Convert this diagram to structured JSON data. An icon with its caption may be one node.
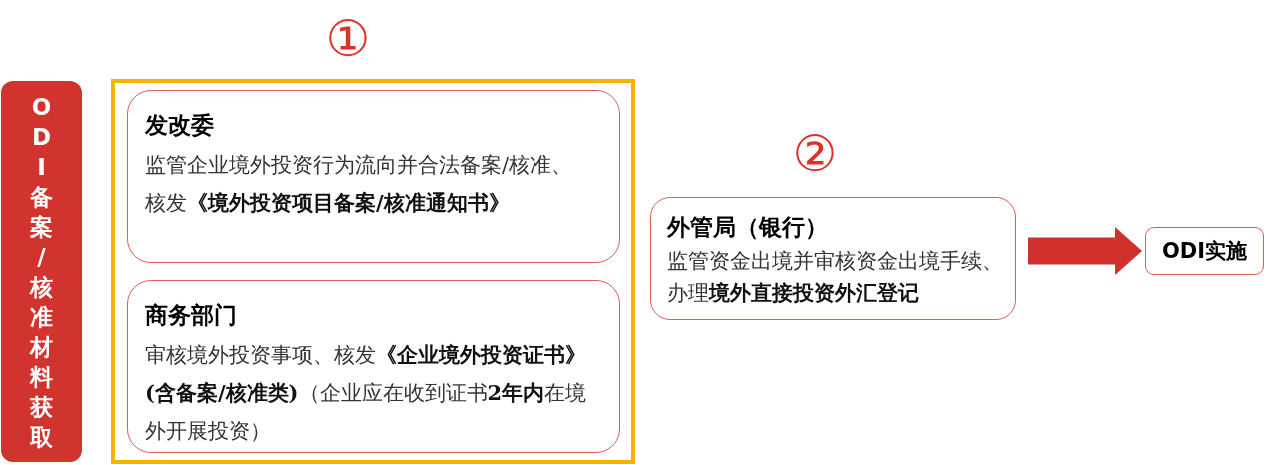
{
  "diagram": {
    "nodes": [
      {
        "text": [
          "ODI备案/核准材料获取"
        ]
      },
      {
        "text": [],
        "shape": "box",
        "beside": [
          "①"
        ]
      },
      {
        "text": [
          "发改委",
          "监管企业境外投资行为流向并合法备案/核准、核发**《境外投资项目备案/核准通知书》**"
        ],
        "in": 1
      },
      {
        "text": [
          "商务部门",
          "审核境外投资事项、核发**《企业境外投资证书》(含备案/核准类)**（企业应在收到证书**2年内**在境外开展投资）"
        ],
        "in": 1
      },
      {
        "text": [
          "外管局（银行）",
          "监管资金出境并审核资金出境手续、办理**境外直接投资外汇登记**"
        ],
        "beside": [
          "②"
        ]
      },
      {
        "text": [
          "ODI实施"
        ]
      }
    ],
    "edges": [
      {
        "from": 4,
        "to": 5,
        "arrow": "to",
        "style": "thick"
      }
    ]
  }
}
